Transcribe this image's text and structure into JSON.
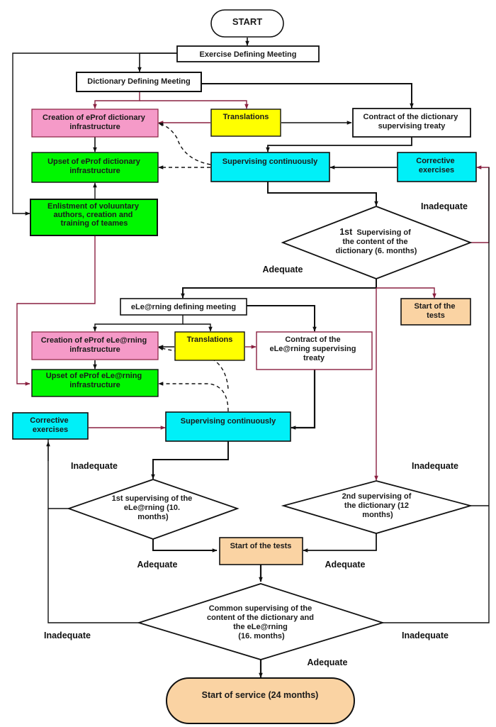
{
  "colors": {
    "pink": "#f59ac8",
    "yellow": "#ffff00",
    "green": "#00f700",
    "cyan": "#00f0f8",
    "peach": "#fad3a3",
    "white": "#ffffff",
    "line_dark": "#111111",
    "line_maroon": "#8a2040"
  },
  "nodes": {
    "start": "START",
    "exercise_meeting": "Exercise Defining Meeting",
    "dict_meeting": "Dictionary Defining Meeting",
    "creation_dict": [
      "Creation of eProf dictionary",
      "infrastructure"
    ],
    "translations_1": "Translations",
    "contract_dict": [
      "Contract of the dictionary",
      "supervising treaty"
    ],
    "upset_dict": [
      "Upset of eProf dictionary",
      "infrastructure"
    ],
    "supervising_1": "Supervising continuously",
    "corrective_1": [
      "Corrective",
      "exercises"
    ],
    "enlistment": [
      "Enlistment of voluuntary",
      "authors, creation and",
      "training of teames"
    ],
    "first_supervising_dict": {
      "lead": "1st",
      "lines": [
        "Supervising of",
        "the content of the",
        "dictionary (6. months)"
      ]
    },
    "elearning_meeting": "eLe@rning defining meeting",
    "start_tests_1": [
      "Start of the",
      "tests"
    ],
    "creation_elearning": [
      "Creation of eProf eLe@rning",
      "infrastructure"
    ],
    "translations_2": "Translations",
    "contract_elearning": [
      "Contract of the",
      "eLe@rning supervising",
      "treaty"
    ],
    "upset_elearning": [
      "Upset of eProf eLe@rning",
      "infrastructure"
    ],
    "corrective_2": [
      "Corrective",
      "exercises"
    ],
    "supervising_2": "Supervising continuously",
    "first_supervising_elearning": [
      "1st supervising of the",
      "eLe@rning (10.",
      "months)"
    ],
    "second_supervising_dict": [
      "2nd supervising of",
      "the dictionary (12",
      "months)"
    ],
    "start_tests_2": "Start of the tests",
    "common_supervising": [
      "Common supervising of the",
      "content of the dictionary and",
      "the eLe@rning",
      "(16. months)"
    ],
    "start_service": "Start of service (24 months)"
  },
  "conditions": {
    "inadequate_1": "Inadequate",
    "adequate_1": "Adequate",
    "inadequate_2": "Inadequate",
    "inadequate_3": "Inadequate",
    "adequate_2": "Adequate",
    "adequate_3": "Adequate",
    "inadequate_4": "Inadequate",
    "inadequate_5": "Inadequate",
    "adequate_4": "Adequate"
  }
}
